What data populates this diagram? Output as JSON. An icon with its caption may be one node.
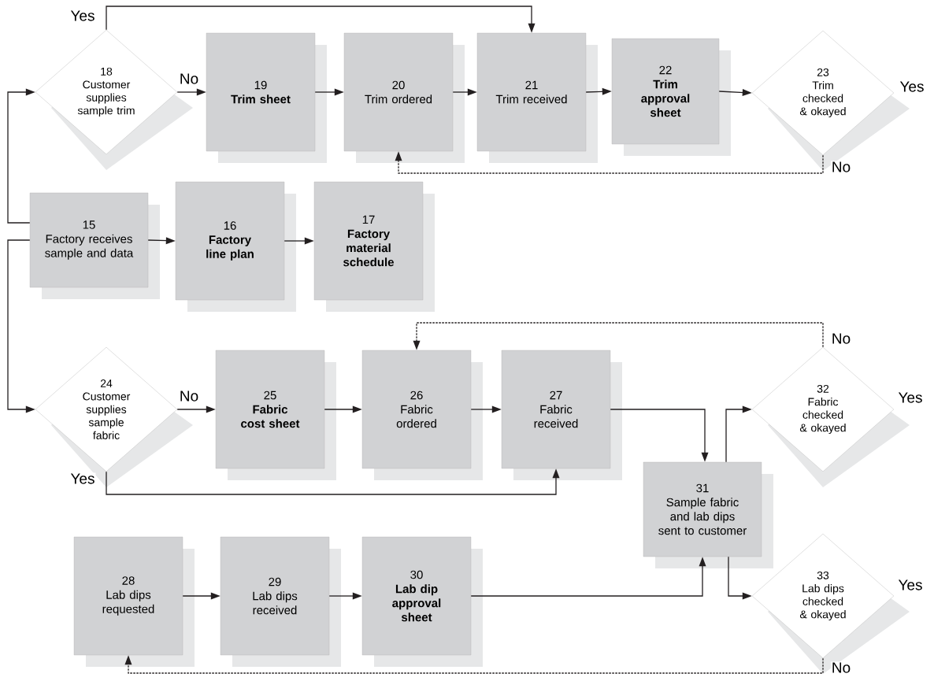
{
  "diagram": {
    "nodes": [
      {
        "text": [
          "18",
          "Customer supplies sample trim"
        ]
      },
      {
        "text": [
          "19",
          "Trim sheet"
        ]
      },
      {
        "text": [
          "20",
          "Trim ordered"
        ]
      },
      {
        "text": [
          "21",
          "Trim received"
        ]
      },
      {
        "text": [
          "22",
          "Trim approval sheet"
        ]
      },
      {
        "text": [
          "23",
          "Trim checked & okayed"
        ],
        "beside": [
          "Yes"
        ]
      },
      {
        "text": [
          "15",
          "Factory receives sample and data"
        ]
      },
      {
        "text": [
          "16",
          "Factory line plan"
        ]
      },
      {
        "text": [
          "17",
          "Factory material schedule"
        ]
      },
      {
        "text": [
          "24",
          "Customer supplies sample fabric"
        ]
      },
      {
        "text": [
          "25",
          "Fabric cost sheet"
        ]
      },
      {
        "text": [
          "26",
          "Fabric ordered"
        ]
      },
      {
        "text": [
          "27",
          "Fabric received"
        ]
      },
      {
        "text": [
          "31",
          "Sample fabric and lab dips sent to customer"
        ]
      },
      {
        "text": [
          "32",
          "Fabric checked & okayed"
        ],
        "beside": [
          "Yes"
        ]
      },
      {
        "text": [
          "28",
          "Lab dips requested"
        ]
      },
      {
        "text": [
          "29",
          "Lab dips received"
        ]
      },
      {
        "text": [
          "30",
          "Lab dip approval sheet"
        ]
      },
      {
        "text": [
          "33",
          "Lab dips checked & okayed"
        ],
        "beside": [
          "Yes"
        ]
      }
    ],
    "edges": [
      {
        "from": 6,
        "to": 0,
        "arrow": "to"
      },
      {
        "from": 0,
        "to": 1,
        "arrow": "to",
        "label": "No"
      },
      {
        "from": 0,
        "to": 3,
        "arrow": "to",
        "label": "Yes"
      },
      {
        "from": 1,
        "to": 2,
        "arrow": "to"
      },
      {
        "from": 2,
        "to": 3,
        "arrow": "to"
      },
      {
        "from": 3,
        "to": 4,
        "arrow": "to"
      },
      {
        "from": 4,
        "to": 5,
        "arrow": "to"
      },
      {
        "from": 5,
        "to": 2,
        "arrow": "to",
        "label": "No",
        "style": "dashed"
      },
      {
        "from": 6,
        "to": 7,
        "arrow": "to"
      },
      {
        "from": 7,
        "to": 8,
        "arrow": "to"
      },
      {
        "from": 6,
        "to": 9,
        "arrow": "to"
      },
      {
        "from": 9,
        "to": 10,
        "arrow": "to",
        "label": "No"
      },
      {
        "from": 9,
        "to": 12,
        "arrow": "to",
        "label": "Yes"
      },
      {
        "from": 10,
        "to": 11,
        "arrow": "to"
      },
      {
        "from": 11,
        "to": 12,
        "arrow": "to"
      },
      {
        "from": 12,
        "to": 13,
        "arrow": "to"
      },
      {
        "from": 13,
        "to": 14,
        "arrow": "to"
      },
      {
        "from": 14,
        "to": 11,
        "arrow": "to",
        "label": "No",
        "style": "dashed"
      },
      {
        "from": 15,
        "to": 16,
        "arrow": "to"
      },
      {
        "from": 16,
        "to": 17,
        "arrow": "to"
      },
      {
        "from": 17,
        "to": 13,
        "arrow": "to"
      },
      {
        "from": 13,
        "to": 18,
        "arrow": "to"
      },
      {
        "from": 18,
        "to": 15,
        "arrow": "to",
        "label": "No",
        "style": "dashed"
      }
    ]
  }
}
